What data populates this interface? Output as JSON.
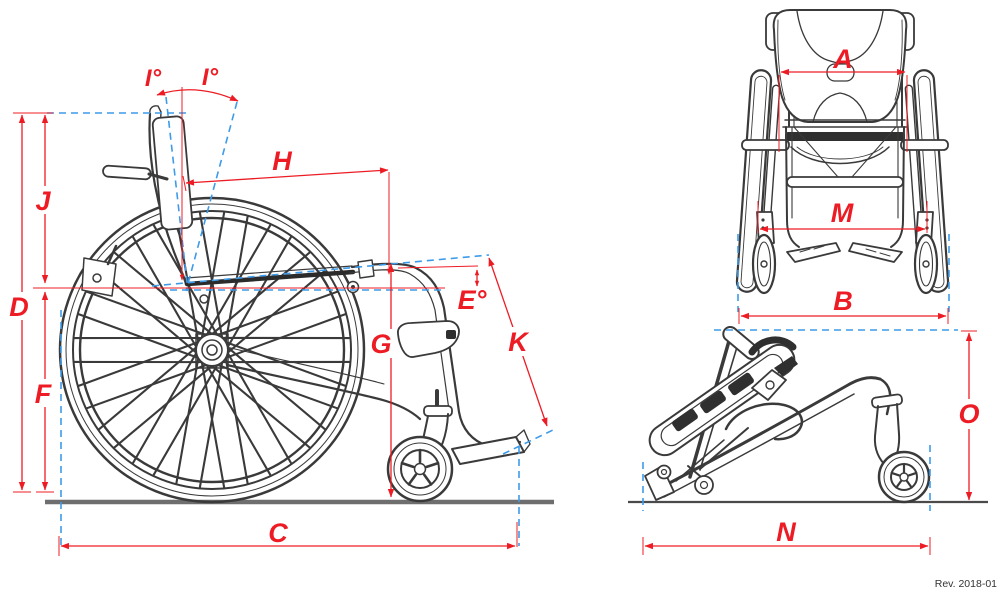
{
  "colors": {
    "dimension_red": "#ed1c24",
    "reference_blue": "#3d9be9",
    "line_art_gray": "#3a3a3a",
    "ground_gray": "#6e6e6e"
  },
  "views": {
    "side": {
      "labels": {
        "angle_back_1": "I°",
        "angle_back_2": "I°",
        "depth_h": "H",
        "height_j": "J",
        "height_d": "D",
        "height_f": "F",
        "height_g": "G",
        "angle_e": "E°",
        "length_k": "K",
        "length_c": "C"
      }
    },
    "front": {
      "labels": {
        "width_a": "A",
        "width_m": "M",
        "width_b": "B"
      }
    },
    "folded": {
      "labels": {
        "length_n": "N",
        "height_o": "O"
      }
    }
  },
  "footer": {
    "revision": "Rev. 2018-01"
  }
}
